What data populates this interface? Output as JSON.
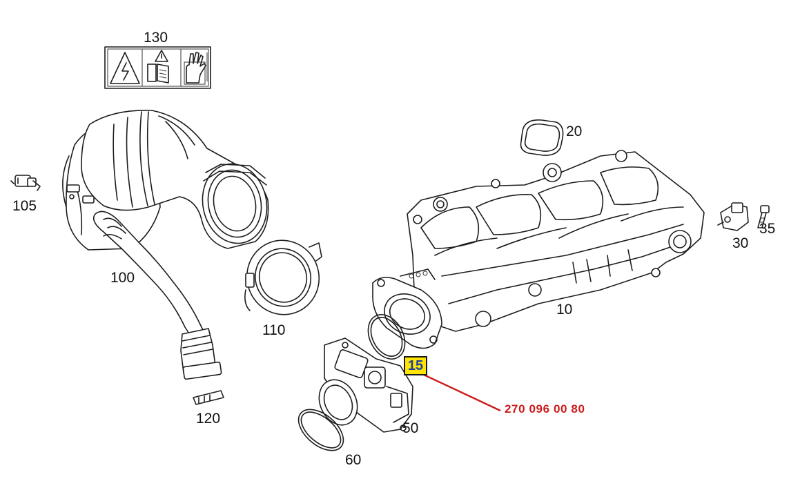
{
  "labels": {
    "p130": "130",
    "p20": "20",
    "p105": "105",
    "p100": "100",
    "p110": "110",
    "p10": "10",
    "p30": "30",
    "p35": "35",
    "p120": "120",
    "p50": "50",
    "p60": "60"
  },
  "highlight": {
    "label": "15",
    "part_number": "270 096 00 80",
    "box_color": "#ffe500",
    "text_color": "#1a3fa6",
    "leader_color": "#cc1a1a"
  }
}
